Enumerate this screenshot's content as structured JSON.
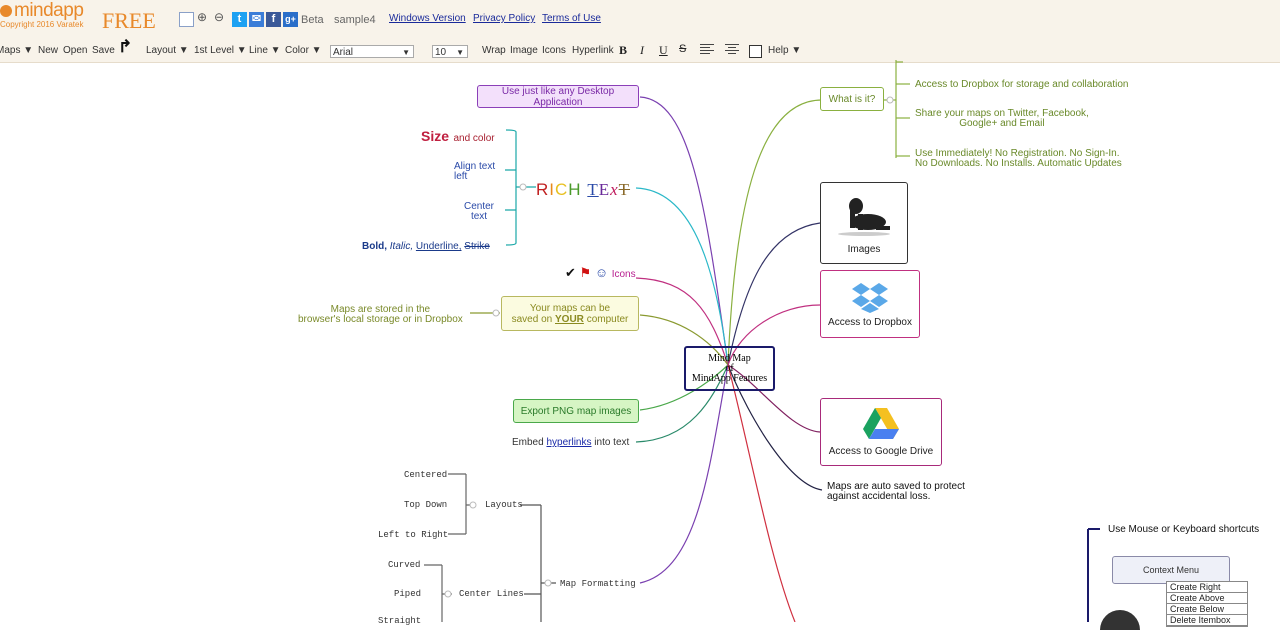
{
  "header": {
    "logo": "mindapp",
    "copyright": "Copyright 2016 Varatek",
    "free_label": "FREE",
    "zoom_in": "⊕",
    "zoom_out": "⊖",
    "beta_label": "Beta",
    "map_name": "sample4",
    "links": {
      "windows": "Windows Version",
      "privacy": "Privacy Policy",
      "terms": "Terms of Use"
    },
    "social": {
      "twitter": "t",
      "email": "✉",
      "facebook": "f",
      "gplus": "g+"
    }
  },
  "toolbar": {
    "maps": "Maps ▼",
    "new": "New",
    "open": "Open",
    "save": "Save",
    "redo": "↱",
    "layout": "Layout ▼",
    "level": "1st Level ▼",
    "line": "Line ▼",
    "color": "Color ▼",
    "font": "Arial",
    "size": "10",
    "dropdown_arrow": "▼",
    "wrap": "Wrap",
    "image": "Image",
    "icons": "Icons",
    "hyperlink": "Hyperlink",
    "bold": "B",
    "italic": "I",
    "underline": "U",
    "strike": "S",
    "help": "Help ▼"
  },
  "map": {
    "center": [
      "Mind Map",
      "of",
      "MindApp Features"
    ],
    "desktop": "Use just like any Desktop Application",
    "rich_text": {
      "r": "R",
      "i": "I",
      "c": "C",
      "h": "H",
      "t1": "T",
      "e": "E",
      "x": "x",
      "t2": "T"
    },
    "size_word": "Size",
    "and_color": "and color",
    "align_left": [
      "Align text",
      "left"
    ],
    "center_text": [
      "Center",
      "text"
    ],
    "styles": {
      "bold": "Bold,",
      "italic": "Italic,",
      "underline": "Underline,",
      "strike": "Strike"
    },
    "icons_label": "Icons",
    "icon_glyphs": {
      "check": "✔",
      "flag": "⚑",
      "smile": "☺"
    },
    "your_maps": [
      "Your maps can be",
      "saved on",
      "YOUR",
      "computer"
    ],
    "stored": [
      "Maps are stored in the",
      "browser's local storage or in Dropbox"
    ],
    "export_png": "Export PNG map images",
    "embed": [
      "Embed",
      "hyperlinks",
      "into text"
    ],
    "layouts": "Layouts",
    "layout_items": [
      "Centered",
      "Top Down",
      "Left to Right"
    ],
    "center_lines": "Center Lines",
    "line_items": [
      "Curved",
      "Piped",
      "Straight"
    ],
    "map_formatting": "Map Formatting",
    "what_is_it": "What is it?",
    "what_items": {
      "dropbox": "Access to Dropbox for storage and collaboration",
      "share": [
        "Share your maps on Twitter, Facebook,",
        "Google+ and Email"
      ],
      "immediate": [
        "Use Immediately! No Registration. No Sign-In.",
        "No Downloads. No Installs. Automatic Updates"
      ]
    },
    "images_label": "Images",
    "dropbox_label": "Access to Dropbox",
    "gdrive_label": "Access to Google Drive",
    "autosave": [
      "Maps are auto saved to protect",
      "against accidental loss."
    ],
    "shortcuts": "Use Mouse or Keyboard shortcuts",
    "context_menu_label": "Context Menu",
    "context_items": [
      "Create Right",
      "Create Above",
      "Create Below",
      "Delete Itembox"
    ]
  },
  "colors": {
    "brand": "#e8892b",
    "purple": "#8b3fb8",
    "green": "#6a9a2a",
    "teal": "#1aa8a8",
    "magenta": "#b8208a",
    "center_border": "#1a1a6a"
  }
}
